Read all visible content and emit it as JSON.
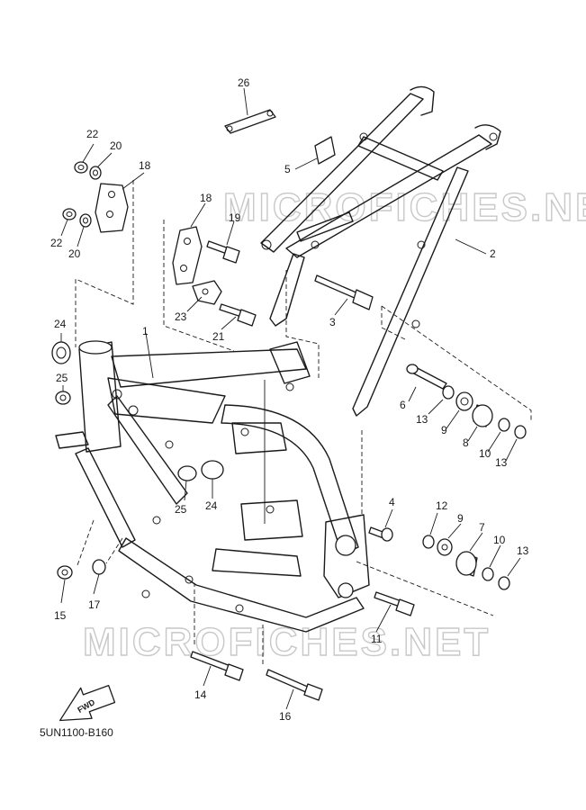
{
  "watermarks": [
    "MICROFICHES.NET",
    "MICROFICHES.NET"
  ],
  "diagram_code": "5UN1100-B160",
  "fwd_label": "FWD",
  "callouts": {
    "c26": "26",
    "c22a": "22",
    "c20a": "20",
    "c18a": "18",
    "c5": "5",
    "c18b": "18",
    "c19": "19",
    "c22b": "22",
    "c20b": "20",
    "c2": "2",
    "c23": "23",
    "c3": "3",
    "c21": "21",
    "c24a": "24",
    "c1": "1",
    "c25a": "25",
    "c6": "6",
    "c13a": "13",
    "c9a": "9",
    "c8": "8",
    "c10a": "10",
    "c13b": "13",
    "c25b": "25",
    "c24b": "24",
    "c4": "4",
    "c12": "12",
    "c9b": "9",
    "c7": "7",
    "c10b": "10",
    "c13c": "13",
    "c15": "15",
    "c17": "17",
    "c11": "11",
    "c14": "14",
    "c16": "16"
  }
}
